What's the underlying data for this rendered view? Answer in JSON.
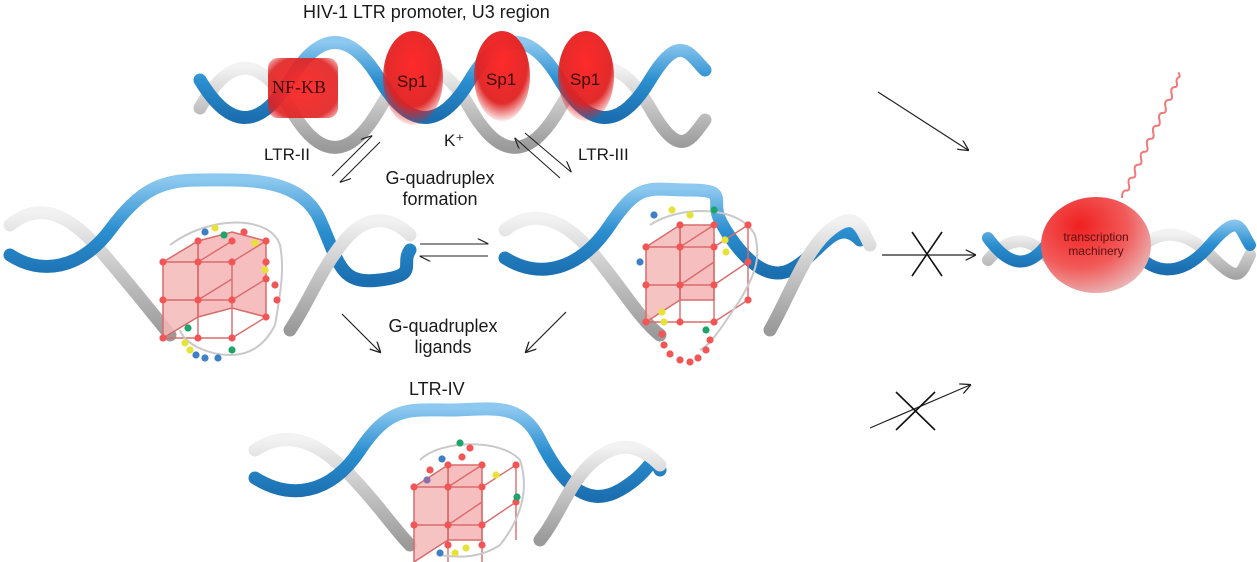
{
  "title": "HIV-1 LTR promoter, U3 region",
  "factors": {
    "nfkb": "NF-KB",
    "sp1_a": "Sp1",
    "sp1_b": "Sp1",
    "sp1_c": "Sp1"
  },
  "labels": {
    "ltr2": "LTR-II",
    "ltr3": "LTR-III",
    "ltr4": "LTR-IV",
    "potassium": "K⁺",
    "gq_formation_1": "G-quadruplex",
    "gq_formation_2": "formation",
    "gq_ligands_1": "G-quadruplex",
    "gq_ligands_2": "ligands",
    "transcription_machinery_1": "transcription",
    "transcription_machinery_2": "machinery"
  },
  "colors": {
    "helix_blue": "#2b8fd0",
    "helix_gray": "#c4c4c4",
    "factor_red": "#e0202a",
    "tetrad_fill": "#f4b3b3",
    "tetrad_edge": "#d96b6b",
    "dot_red": "#f25555",
    "dot_yellow": "#e6e23a",
    "dot_blue": "#3f7fc4",
    "dot_green": "#1ea36a",
    "wave": "#f07a7a"
  }
}
